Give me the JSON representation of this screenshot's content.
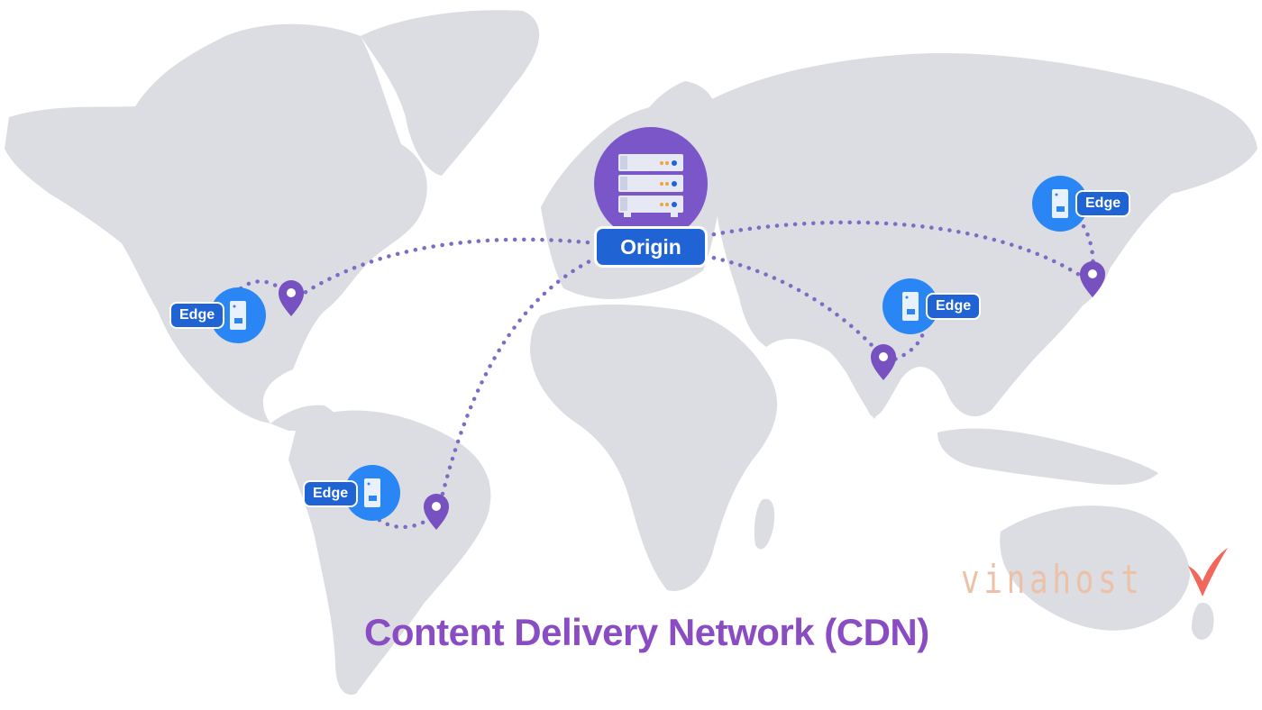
{
  "diagram": {
    "origin": {
      "label": "Origin",
      "color": "#7b56c9"
    },
    "edges": [
      {
        "id": "north-america",
        "label": "Edge"
      },
      {
        "id": "south-america",
        "label": "Edge"
      },
      {
        "id": "asia",
        "label": "Edge"
      },
      {
        "id": "east-asia",
        "label": "Edge"
      }
    ],
    "caption": "Content Delivery Network (CDN)",
    "watermark": "vinahost",
    "colors": {
      "land": "#dcdde2",
      "route": "#7d6cc6",
      "edge_node": "#2a86f5",
      "badge": "#1f63d4",
      "pin": "#7751c0",
      "caption": "#8a4cc2",
      "watermark": "#ecc1a7",
      "check": "#f2665c"
    },
    "icons": [
      "server-rack-icon",
      "edge-server-icon",
      "location-pin-icon",
      "checkmark-icon"
    ]
  }
}
